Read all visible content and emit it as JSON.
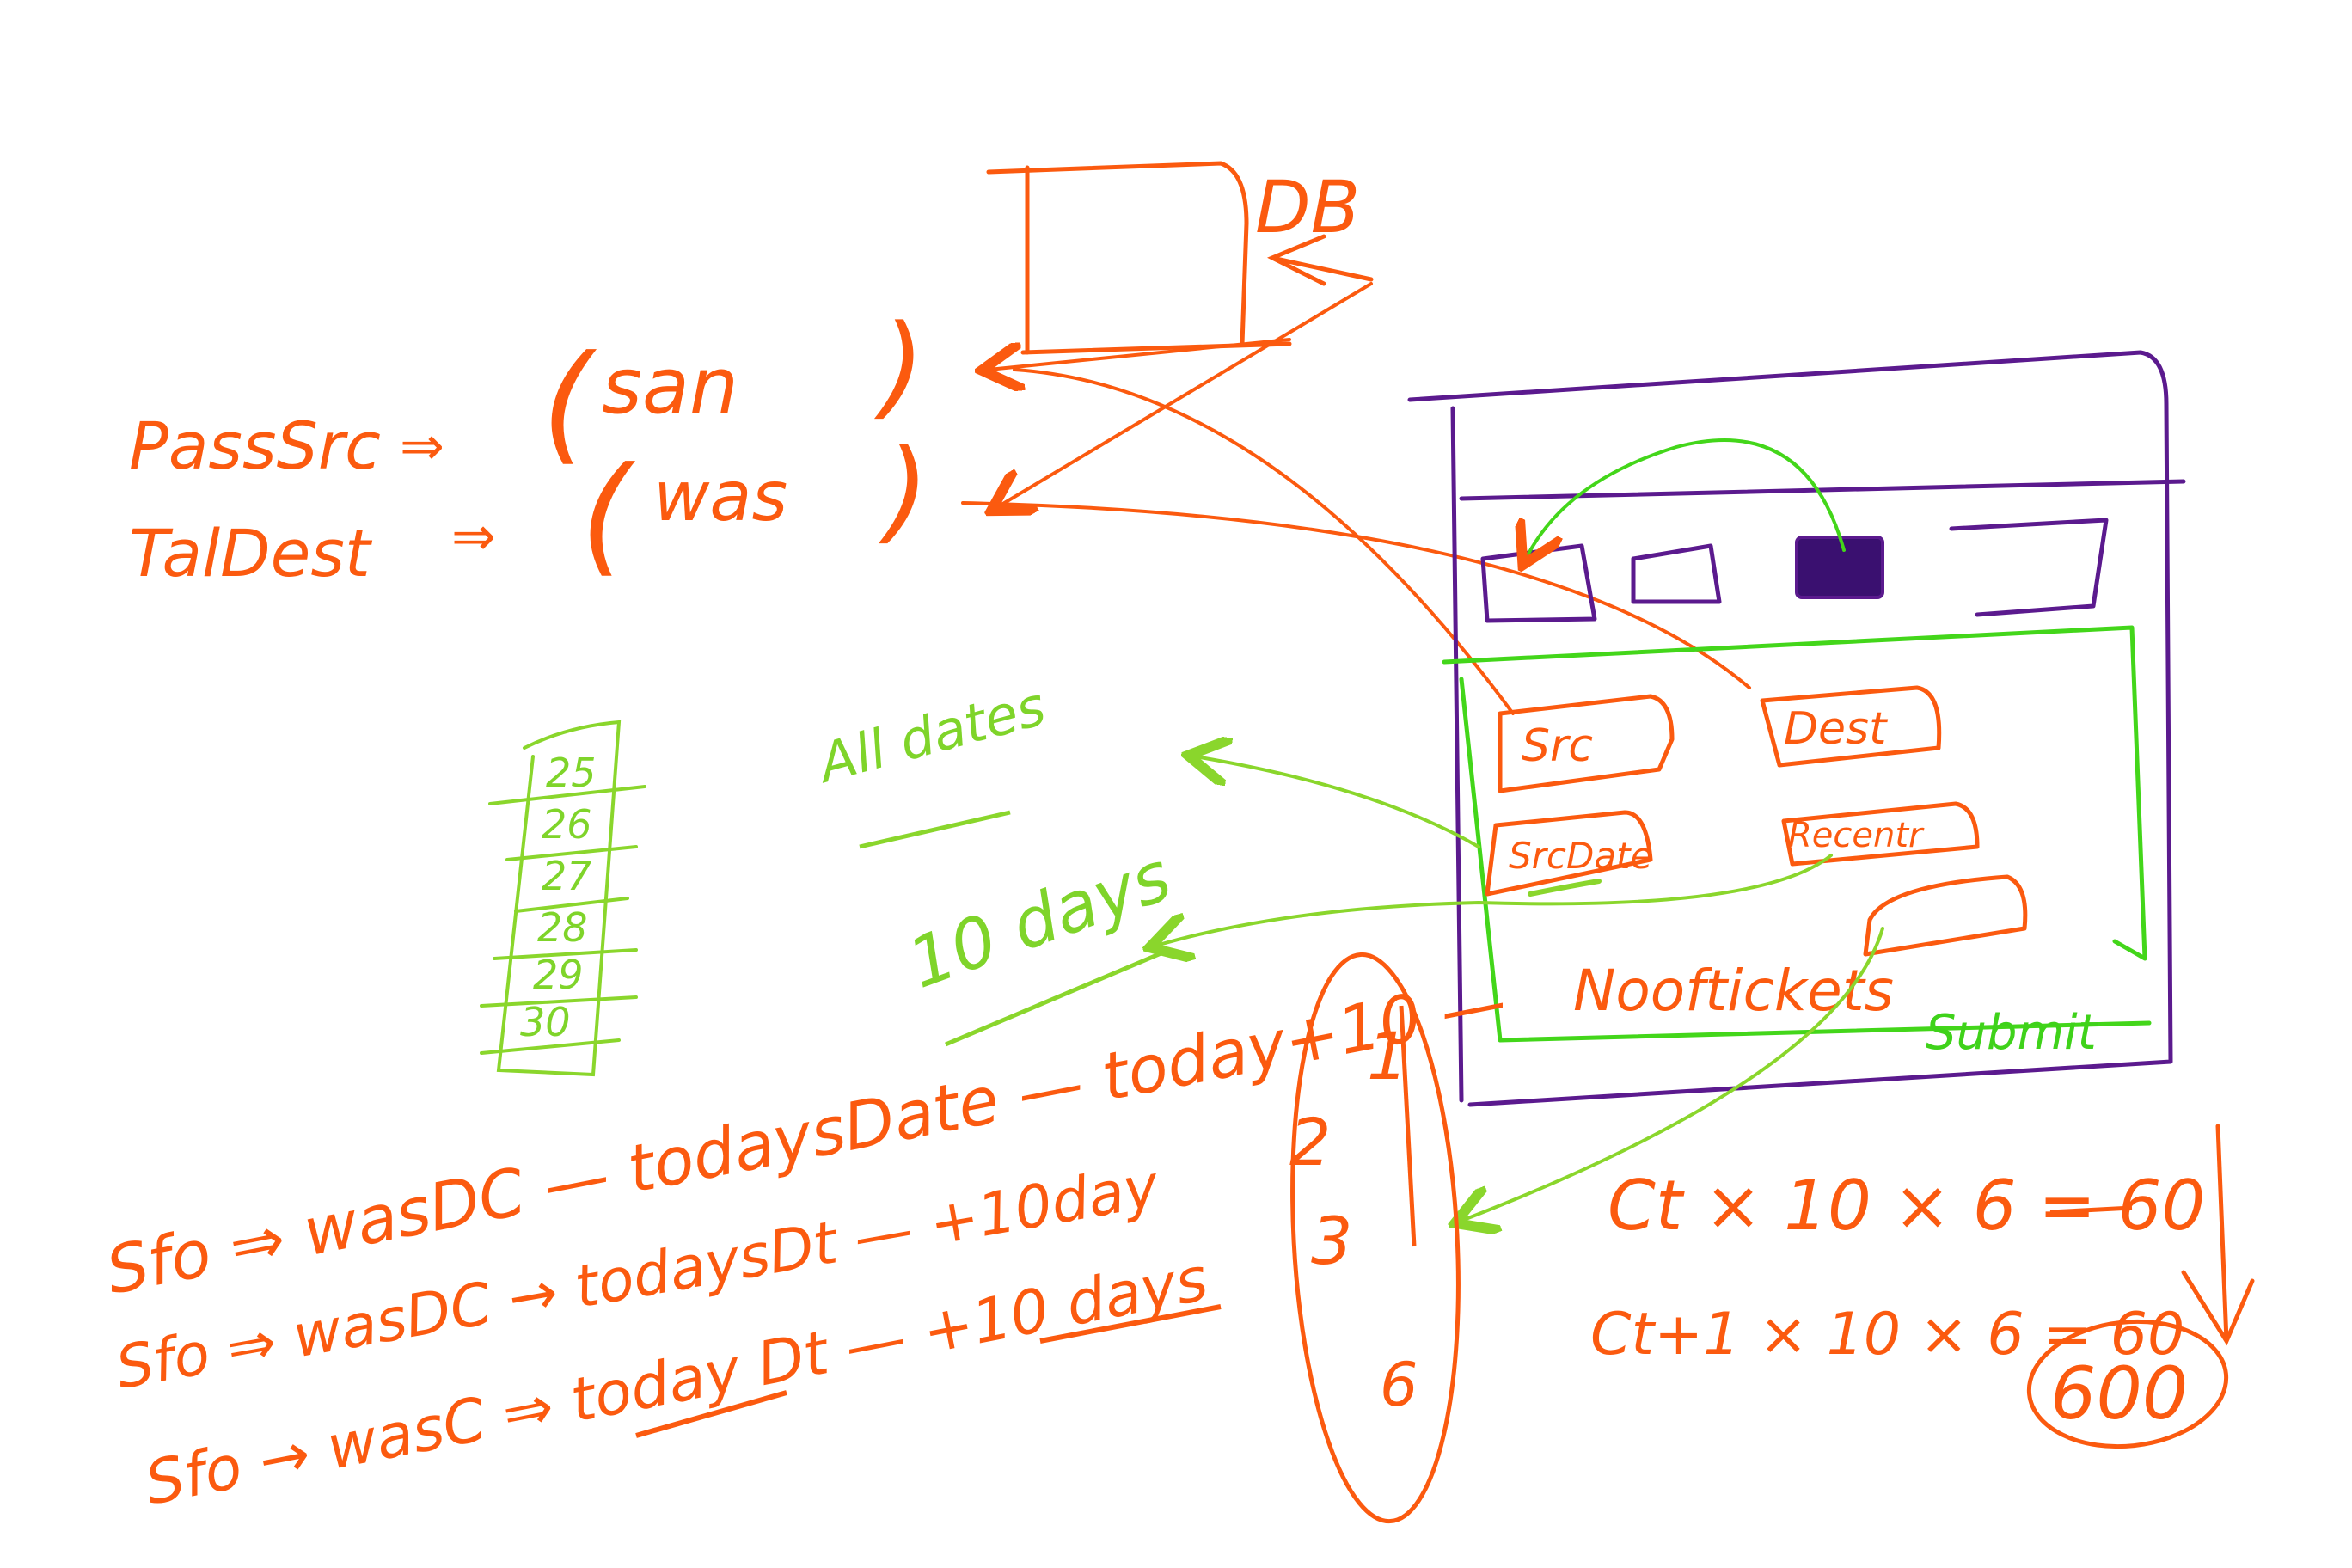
{
  "colors": {
    "orange": "#fb5a0f",
    "purple": "#5b1a8e",
    "green": "#43d61a",
    "lime": "#8ad62c"
  },
  "db": {
    "label": "DB"
  },
  "mapping": {
    "rows": [
      {
        "key": "PassSrc",
        "arrow": "⇒",
        "value": "san"
      },
      {
        "key": "TalDest",
        "arrow": "⇒",
        "value": "was"
      }
    ]
  },
  "form_mockup": {
    "fields": [
      "Src",
      "Dest",
      "SrcDate",
      "Recentr"
    ],
    "nooftickets_label": "Nooftickets",
    "submit_label": "Submit"
  },
  "date_list": {
    "values": [
      "25",
      "26",
      "27",
      "28",
      "29",
      "30"
    ]
  },
  "notes": {
    "all_dates": "All dates",
    "ten_days": "10 days"
  },
  "routes": [
    {
      "text": "Sfo ⇒ wasDC — todaysDate — today+10 —",
      "marker": "1"
    },
    {
      "text": "Sfo ⇒ wasDC → todaysDt — +10day",
      "marker": "2"
    },
    {
      "text": "Sfo → wasC ⇒ today Dt — +10 days",
      "marker": "3"
    }
  ],
  "marker_extra": "6",
  "calc": {
    "line1": "Ct × 10 × 6 = 60",
    "line2": "Ct+1 × 10 × 6 = 60",
    "total": "600"
  }
}
